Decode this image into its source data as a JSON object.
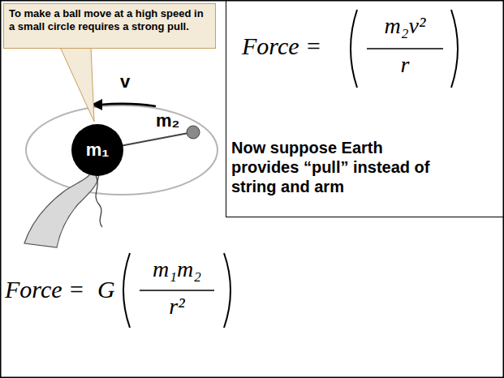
{
  "diagram": {
    "nodes": [
      {
        "text": [
          "To make a ball move at a high speed in a small circle requires a strong pull."
        ]
      },
      {
        "text": [
          "Now suppose Earth provides “pull” instead of string and arm"
        ]
      },
      {
        "text": [
          "m₁"
        ]
      }
    ],
    "labels": [
      "v",
      "m₂",
      "Force =",
      "m₂v²",
      "r",
      "Force =",
      "G",
      "m₁m₂",
      "r²"
    ]
  }
}
